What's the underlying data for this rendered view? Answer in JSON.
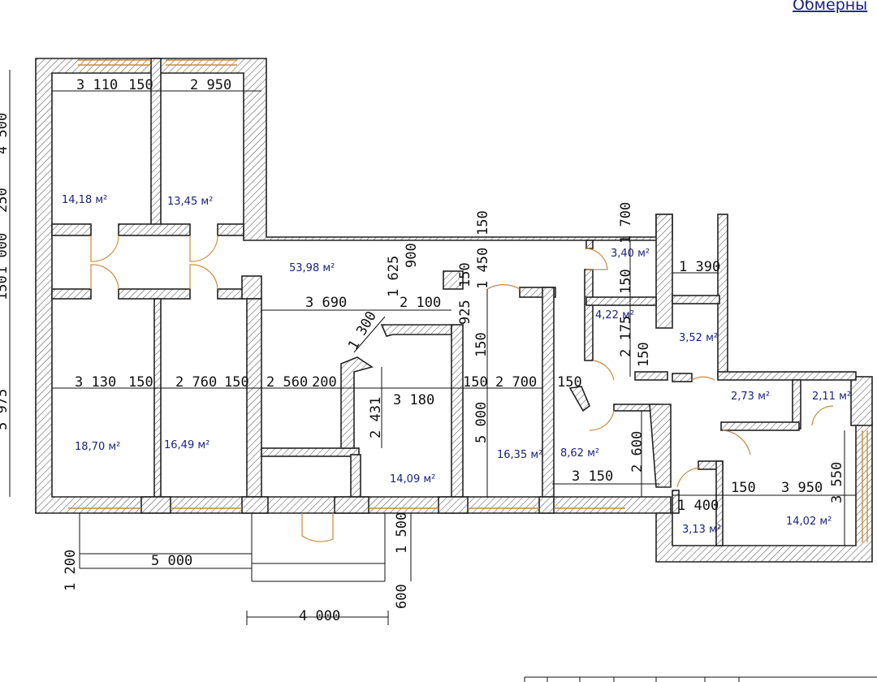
{
  "header": {
    "link_text": "Обмерны"
  },
  "plan": {
    "areas": {
      "room_1": "14,18 м²",
      "room_2": "13,45 м²",
      "hall": "53,98 м²",
      "room_3": "18,70 м²",
      "room_4": "16,49 м²",
      "room_5": "14,09 м²",
      "room_6": "16,35 м²",
      "room_7": "8,62 м²",
      "room_8": "3,40 м²",
      "room_9": "4,22 м²",
      "room_10": "3,52 м²",
      "room_11": "2,73 м²",
      "room_12": "2,11 м²",
      "room_13": "14,02 м²",
      "room_14": "3,13 м²"
    },
    "dimensions": {
      "d3110": "3 110",
      "d150a": "150",
      "d2950": "2 950",
      "d3130": "3 130",
      "d150b": "150",
      "d2760": "2 760",
      "d150c": "150",
      "d2560": "2 560",
      "d200": "200",
      "d3180": "3 180",
      "d150d": "150",
      "d2700": "2 700",
      "d150e": "150",
      "d3690": "3 690",
      "d2100": "2 100",
      "d1625": "1 625",
      "d900": "900",
      "d150f": "150",
      "d1450": "1 450",
      "d150g": "150",
      "d925": "925",
      "d1300": "1 300",
      "d2431": "2 431",
      "d150h": "150",
      "d5000v": "5 000",
      "d1700": "1 700",
      "d150i": "150",
      "d2175": "2 175",
      "d150j": "150",
      "d1390": "1 390",
      "d2600": "2 600",
      "d3150": "3 150",
      "d1400": "1 400",
      "d150k": "150",
      "d3950": "3 950",
      "d3550": "3 550",
      "d5000h": "5 000",
      "d1200": "1 200",
      "d1500": "1 500",
      "d600": "600",
      "d4000": "4 000",
      "left_1": "4 500",
      "left_2": "250",
      "left_3": "1 000",
      "left_4": "150",
      "left_5": "5 975"
    }
  }
}
